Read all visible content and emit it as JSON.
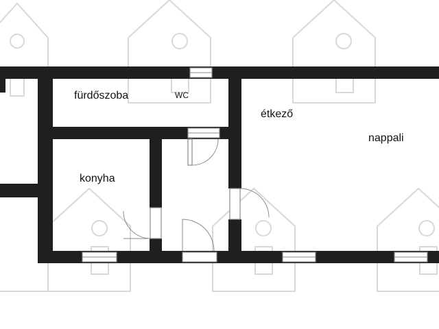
{
  "floorplan": {
    "rooms": [
      {
        "id": "bathroom",
        "label": "fürdőszoba"
      },
      {
        "id": "wc",
        "label": "WC"
      },
      {
        "id": "dining",
        "label": "étkező"
      },
      {
        "id": "living",
        "label": "nappali"
      },
      {
        "id": "kitchen",
        "label": "konyha"
      }
    ]
  },
  "colors": {
    "wall": "#1f1f1f",
    "background": "#ffffff",
    "watermark": "#d8d8d8"
  }
}
